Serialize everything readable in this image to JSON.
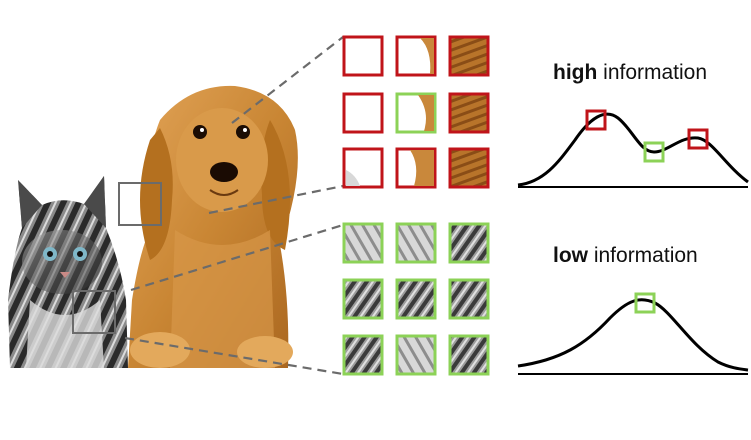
{
  "labels": {
    "high_bold": "high",
    "high_rest": " information",
    "low_bold": "low",
    "low_rest": " information"
  },
  "colors": {
    "red": "#c0141a",
    "green": "#8cd257",
    "gray": "#6b6b6b",
    "curve": "#000000"
  },
  "icons": {
    "cat": "kitten-image",
    "dog": "puppy-image"
  },
  "patch_grids": {
    "top": [
      "red",
      "red",
      "red",
      "red",
      "green",
      "red",
      "red",
      "red",
      "red"
    ],
    "bottom": [
      "green",
      "green",
      "green",
      "green",
      "green",
      "green",
      "green",
      "green",
      "green"
    ]
  }
}
